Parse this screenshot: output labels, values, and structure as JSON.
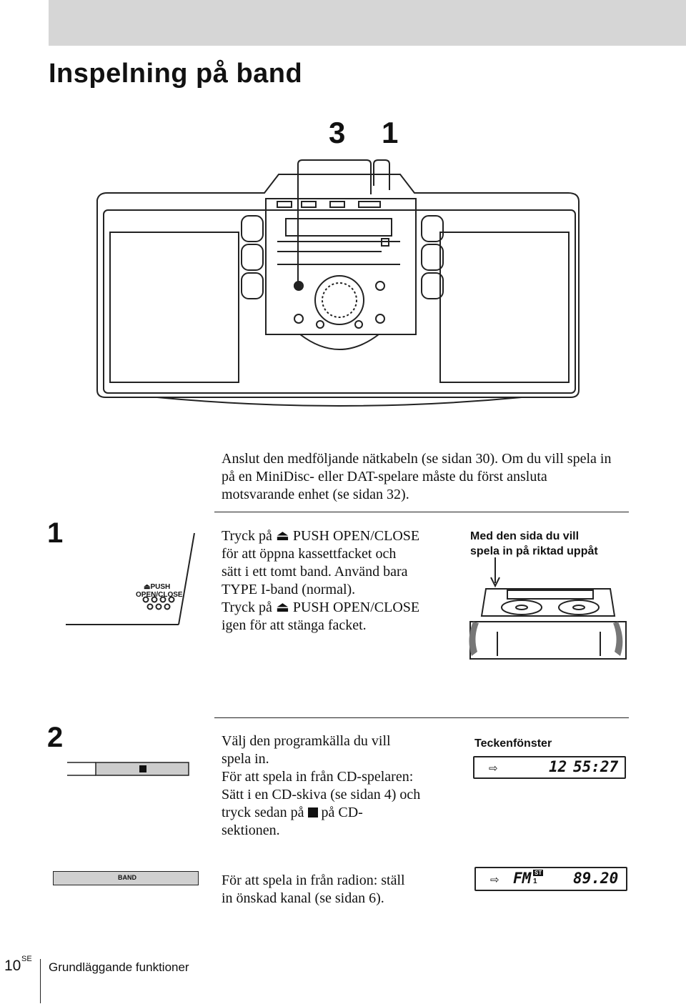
{
  "title": "Inspelning på band",
  "callouts": [
    "3",
    "1"
  ],
  "intro_text": "Anslut den medföljande nätkabeln (se sidan 30). Om du vill spela in på en MiniDisc- eller DAT-spelare måste du först ansluta motsvarande enhet (se sidan 32).",
  "step1": {
    "number": "1",
    "button_label_line1": "PUSH",
    "button_label_line2": "OPEN/CLOSE",
    "eject_symbol": "⏏",
    "line1_pre": "Tryck på",
    "line1_post": "PUSH OPEN/CLOSE",
    "line2": "för att öppna kassettfacket och",
    "line3": "sätt i ett tomt band. Använd bara",
    "line4": "TYPE I-band (normal).",
    "line5_pre": "Tryck på",
    "line5_post": "PUSH OPEN/CLOSE",
    "line6": "igen för att stänga facket.",
    "caption_line1": "Med den sida du vill",
    "caption_line2": "spela in på riktad uppåt"
  },
  "step2": {
    "number": "2",
    "line1": "Välj den programkälla du vill",
    "line2": "spela in.",
    "line3": "För att spela in från CD-spelaren:",
    "line4": "Sätt i en CD-skiva (se sidan 4) och",
    "line5_pre": "tryck sedan på",
    "line5_post": "på CD-",
    "line6": "sektionen.",
    "display_caption": "Teckenfönster",
    "display1_track": "12",
    "display1_time": "55:27",
    "band_label": "BAND",
    "radio_line1": "För att spela in från radion: ställ",
    "radio_line2": "in önskad kanal (se sidan 6).",
    "display2_band": "FM",
    "display2_st": "ST",
    "display2_preset": "1",
    "display2_freq": "89.20",
    "tape_symbol": "⇨"
  },
  "footer": {
    "page_number": "10",
    "page_suffix": "SE",
    "section": "Grundläggande funktioner"
  }
}
